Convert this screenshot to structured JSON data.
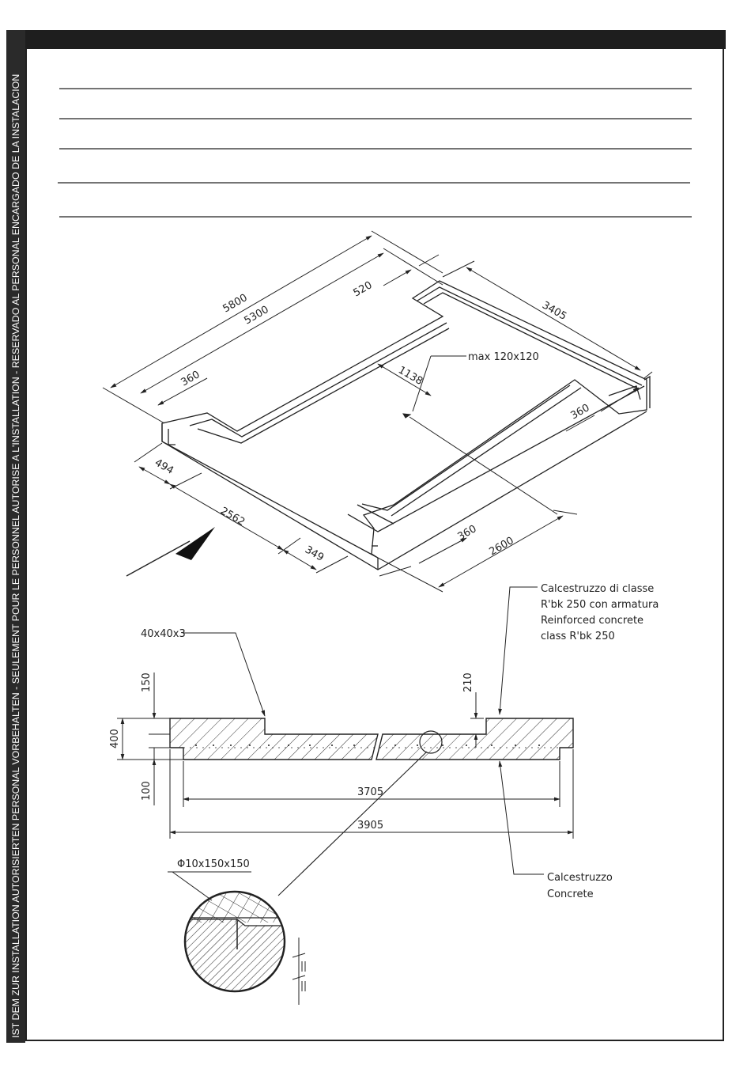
{
  "sidebar": {
    "text": "IST DEM ZUR INSTALLATION AUTORISIERTEN PERSONAL VORBEHALTEN - SEULEMENT POUR LE PERSONNEL AUTORISE A L'INSTALLATION - RESERVADO AL PERSONAL ENCARGADO DE LA INSTALACION"
  },
  "iso_view": {
    "dims": {
      "d5800": "5800",
      "d5300": "5300",
      "d520": "520",
      "d3405": "3405",
      "d360_top": "360",
      "d1138": "1138",
      "d360_right": "360",
      "d494": "494",
      "d2562": "2562",
      "d349": "349",
      "d360_bottom": "360",
      "d2600": "2600"
    },
    "hole_label": "max 120x120"
  },
  "section_view": {
    "angle_label": "40x40x3",
    "dims": {
      "d150": "150",
      "d400": "400",
      "d100": "100",
      "d210": "210",
      "d3705": "3705",
      "d3905": "3905"
    },
    "reinforced_label": [
      "Calcestruzzo di classe",
      "R'bk 250 con armatura",
      "Reinforced concrete",
      "class R'bk 250"
    ],
    "concrete_label": [
      "Calcestruzzo",
      "Concrete"
    ],
    "mesh_label": "Φ10x150x150"
  },
  "colors": {
    "ink": "#222222",
    "band": "#1e1e1e"
  }
}
